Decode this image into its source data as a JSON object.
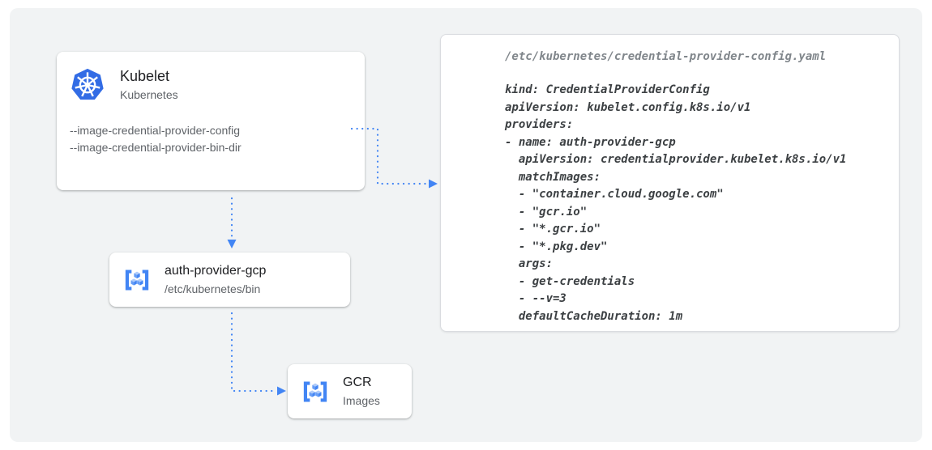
{
  "colors": {
    "arrow_blue": "#4285f4",
    "kubernetes_blue": "#326ce5",
    "registry_icon_blue": "#4285f4",
    "canvas_background": "#f1f3f4",
    "card_background": "#ffffff",
    "title_text": "#202124",
    "subtitle_text": "#5f6368",
    "code_text": "#3c4043",
    "code_path_text": "#80868b"
  },
  "diagram": {
    "kubelet_card": {
      "icon": "kubernetes-icon",
      "title": "Kubelet",
      "subtitle": "Kubernetes",
      "flags": {
        "config": "--image-credential-provider-config",
        "bin_dir": "--image-credential-provider-bin-dir"
      }
    },
    "auth_provider_card": {
      "icon": "container-registry-icon",
      "title": "auth-provider-gcp",
      "subtitle": "/etc/kubernetes/bin"
    },
    "gcr_card": {
      "icon": "container-registry-icon",
      "title": "GCR",
      "subtitle": "Images"
    },
    "code_panel": {
      "file_path": "/etc/kubernetes/credential-provider-config.yaml",
      "code": "kind: CredentialProviderConfig\napiVersion: kubelet.config.k8s.io/v1\nproviders:\n- name: auth-provider-gcp\n  apiVersion: credentialprovider.kubelet.k8s.io/v1\n  matchImages:\n  - \"container.cloud.google.com\"\n  - \"gcr.io\"\n  - \"*.gcr.io\"\n  - \"*.pkg.dev\"\n  args:\n  - get-credentials\n  - --v=3\n  defaultCacheDuration: 1m"
    }
  }
}
